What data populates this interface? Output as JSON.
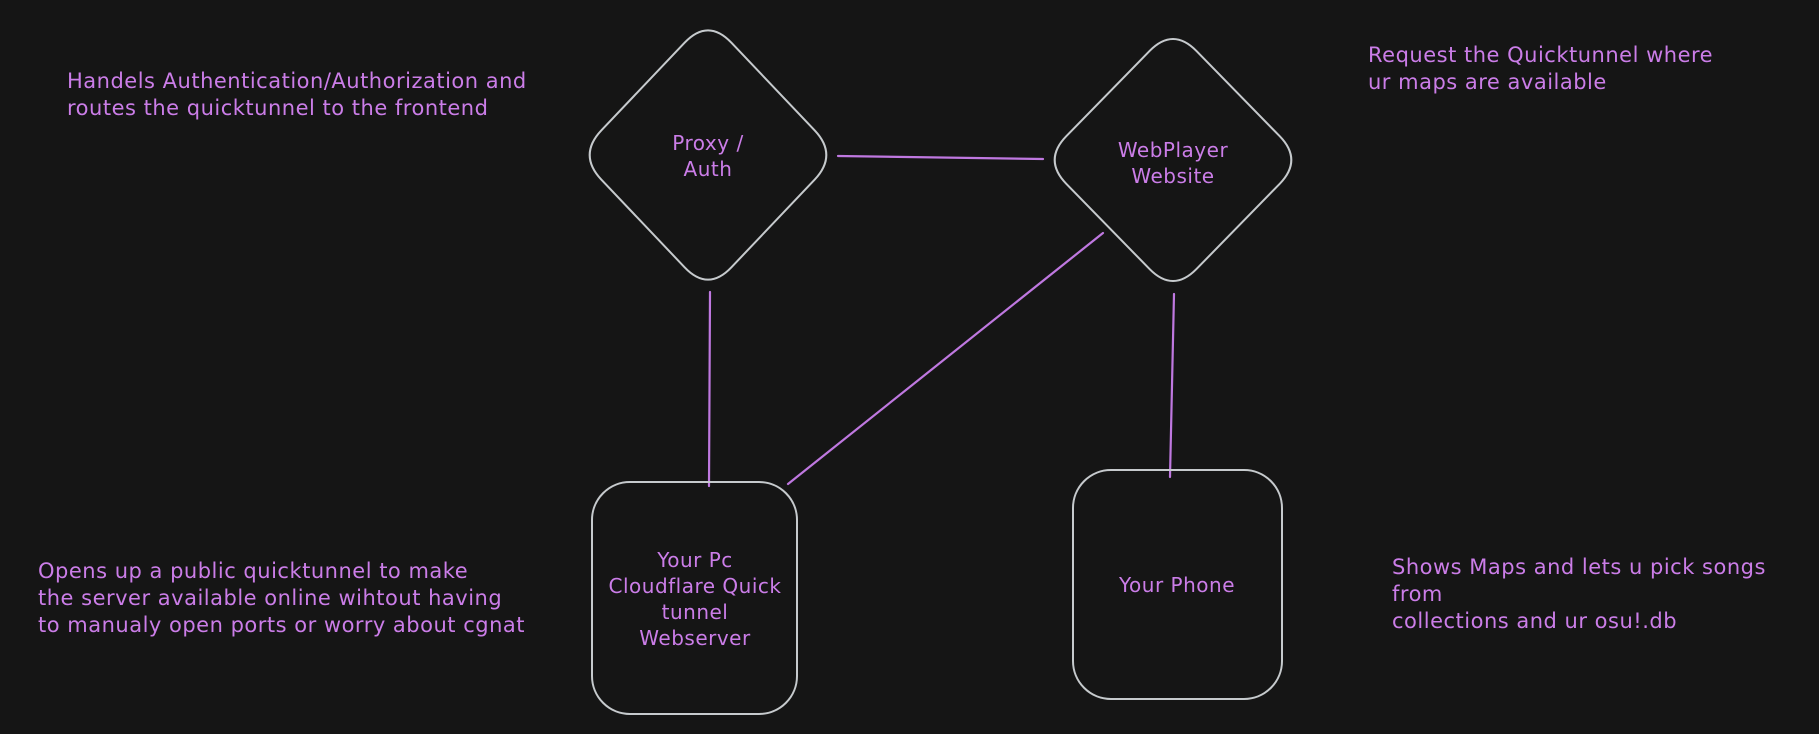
{
  "canvas": {
    "background": "#151515"
  },
  "colors": {
    "accent_text": "#cb7de8",
    "connector": "#bf78e0",
    "shape_stroke": "#c6cacd"
  },
  "nodes": [
    {
      "id": "proxy-auth",
      "shape": "diamond",
      "label": "Proxy /\nAuth"
    },
    {
      "id": "webplayer-website",
      "shape": "diamond",
      "label": "WebPlayer\nWebsite"
    },
    {
      "id": "your-pc-webserver",
      "shape": "rounded-rectangle",
      "label": "Your Pc\nCloudflare Quick\ntunnel\nWebserver"
    },
    {
      "id": "your-phone",
      "shape": "rounded-rectangle",
      "label": "Your Phone"
    }
  ],
  "connectors": [
    {
      "id": "proxy-to-webplayer",
      "from": "proxy-auth",
      "to": "webplayer-website"
    },
    {
      "id": "proxy-to-pc",
      "from": "proxy-auth",
      "to": "your-pc-webserver"
    },
    {
      "id": "webplayer-to-pc",
      "from": "webplayer-website",
      "to": "your-pc-webserver"
    },
    {
      "id": "webplayer-to-phone",
      "from": "webplayer-website",
      "to": "your-phone"
    }
  ],
  "annotations": [
    {
      "id": "auth-note",
      "text": "Handels Authentication/Authorization and\nroutes the quicktunnel to the frontend"
    },
    {
      "id": "request-note",
      "text": "Request the Quicktunnel where\nur maps are available"
    },
    {
      "id": "quicktunnel-note",
      "text": "Opens up a public quicktunnel to make\nthe server available online wihtout having\nto manualy open ports or worry about cgnat"
    },
    {
      "id": "maps-note",
      "text": "Shows Maps and lets u pick songs from\ncollections and ur osu!.db"
    }
  ]
}
